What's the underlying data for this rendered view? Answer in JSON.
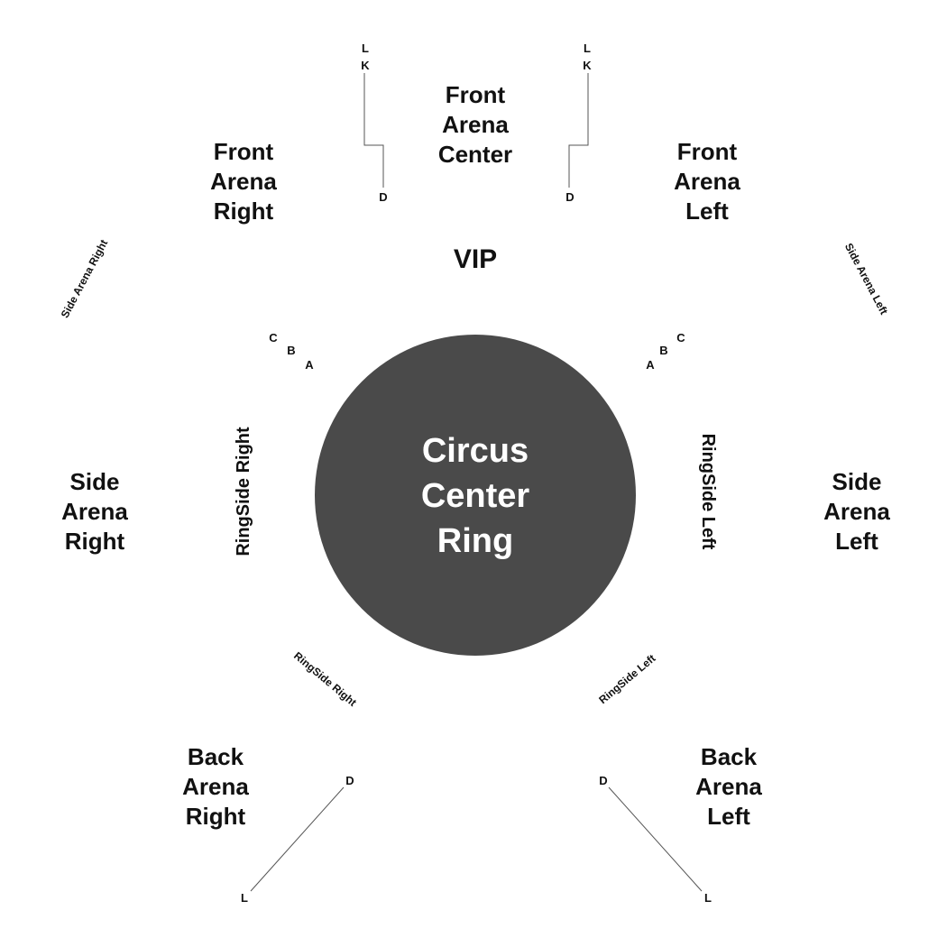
{
  "ring": {
    "lines": [
      "Circus",
      "Center",
      "Ring"
    ],
    "fill": "#4a4a4a",
    "text_color": "#ffffff"
  },
  "sections": {
    "front_center": [
      "Front",
      "Arena",
      "Center"
    ],
    "front_right": [
      "Front",
      "Arena",
      "Right"
    ],
    "front_left": [
      "Front",
      "Arena",
      "Left"
    ],
    "vip": "VIP",
    "side_right": [
      "Side",
      "Arena",
      "Right"
    ],
    "side_left": [
      "Side",
      "Arena",
      "Left"
    ],
    "ringside_right": "RingSide Right",
    "ringside_left": "RingSide Left",
    "side_arena_right_small": "Side Arena Right",
    "side_arena_left_small": "Side Arena Left",
    "ringside_right_small": "RingSide Right",
    "ringside_left_small": "RingSide Left",
    "back_right": [
      "Back",
      "Arena",
      "Right"
    ],
    "back_left": [
      "Back",
      "Arena",
      "Left"
    ]
  },
  "rows": {
    "front_right_top": [
      "L",
      "K"
    ],
    "front_right_bottom": "D",
    "front_left_top": [
      "L",
      "K"
    ],
    "front_left_bottom": "D",
    "ringside_right_rows": [
      "C",
      "B",
      "A"
    ],
    "ringside_left_rows": [
      "A",
      "B",
      "C"
    ],
    "back_right_start": "D",
    "back_right_end": "L",
    "back_left_start": "D",
    "back_left_end": "L"
  }
}
